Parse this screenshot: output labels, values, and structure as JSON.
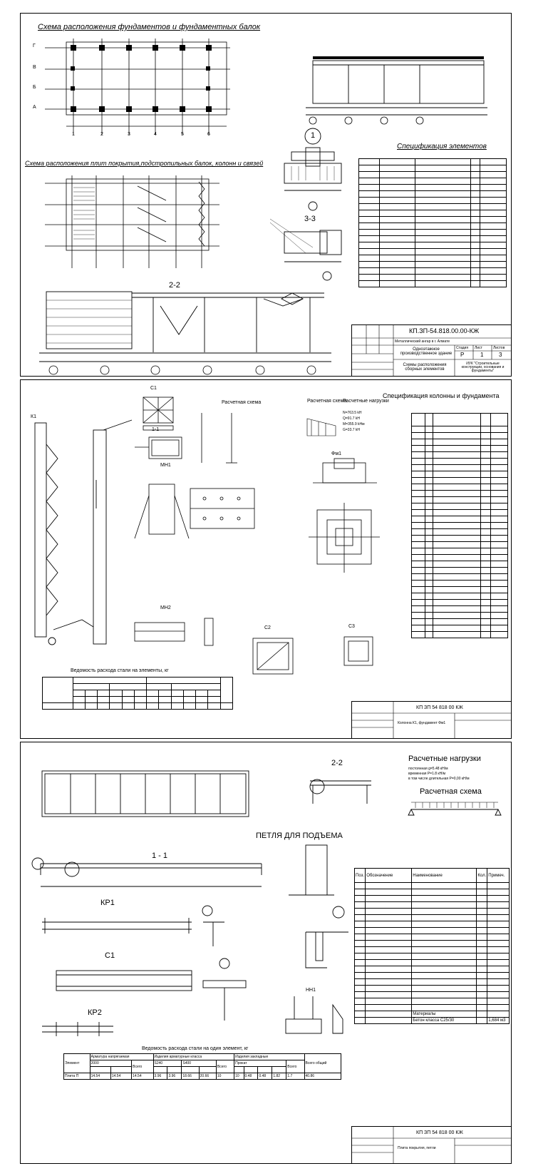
{
  "sheet1": {
    "foundation_plan_title": "Схема расположения фундаментов и фундаментных балок",
    "frame_plan_title": "Схема расположения плит покрытия,подстропильных балок, колонн и связей",
    "section_22_label": "2-2",
    "section_33_label": "3-3",
    "callout_1": "1",
    "spec_title": "Спецификация элементов",
    "row_axes": [
      "Г",
      "В",
      "Б",
      "А"
    ],
    "col_axes": [
      "1",
      "2",
      "3",
      "4",
      "5",
      "6"
    ],
    "title_block": {
      "code": "КП.ЗП-54.818.00.00-КЖ",
      "subtitle": "Металлический ангар в г. Алмате",
      "building": "Одноэтажное производственное здание",
      "stage_label": "Стадия",
      "sheet_label": "Лист",
      "sheets_label": "Листов",
      "stage": "Р",
      "sheet": "1",
      "sheets": "3",
      "drawing_name": "Схемы расположения сборных элементов",
      "org": "ИУК \"Строительные конструкции, основания и фундаменты\""
    }
  },
  "sheet2": {
    "k1_label": "К1",
    "c1_label": "С1",
    "section_11": "1-1",
    "mn1": "МН1",
    "mn2": "МН2",
    "c2": "С2",
    "c3": "С3",
    "fm1": "Фм1",
    "calc_scheme": "Расчетная схема",
    "calc_scheme2": "Расчетная схема",
    "calc_loads": "Расчетные нагрузки",
    "loads": [
      "N=763.5 kH",
      "Q=91.7 kH",
      "M=355.9 kHм",
      "G=33.7 kH"
    ],
    "spec_title": "Спецификация колонны и фундамента",
    "steel_table_title": "Ведомость расхода стали на элементы, кг",
    "title_block": {
      "code": "КП  ЗП  54  818  00  КЖ",
      "name": "Колонна К1, фундамент Фм1"
    }
  },
  "sheet3": {
    "section_22": "2-2",
    "section_11": "1 - 1",
    "lifting_loop": "ПЕТЛЯ ДЛЯ ПОДЪЕМА",
    "calc_loads_title": "Расчетные нагрузки",
    "calc_loads_lines": [
      "постоянная g=5.48 кН/м",
      "временная P=1.8 кН/м",
      "в том числе длительная P=0,00 кН/м"
    ],
    "calc_scheme_title": "Расчетная схема",
    "kp1": "КР1",
    "c1": "С1",
    "kp2": "КР2",
    "nh1": "НН1",
    "spec_headers": [
      "Поз.",
      "Обозначение",
      "Наименование",
      "Кол.",
      "Примеч."
    ],
    "concrete_label": "Материалы",
    "concrete": "Бетон класса С25/30",
    "concrete_vol": "1,684 м3",
    "steel_title": "Ведомость расхода стали на один элемент, кг",
    "steel_table": {
      "h1": [
        "Элемент",
        "Арматура напрягаемая",
        "Изделия арматурные класса",
        "Изделия закладные",
        "Всего",
        "Всего общий"
      ],
      "h2": [
        "2000",
        "Всего",
        "S240",
        "S400",
        "Всего",
        "Прокат",
        "Всего"
      ],
      "row": [
        "Плита П",
        "14.54",
        "14.54",
        "14.54",
        "3.96",
        "3.96",
        "18.66",
        "20.66",
        "10",
        "10",
        "0.48",
        "0.48",
        "1.82",
        "1.7",
        "40.86"
      ]
    },
    "title_block": {
      "code": "КП  ЗП  54  818  00  КЖ",
      "name": "Плита покрытия, петли"
    }
  }
}
